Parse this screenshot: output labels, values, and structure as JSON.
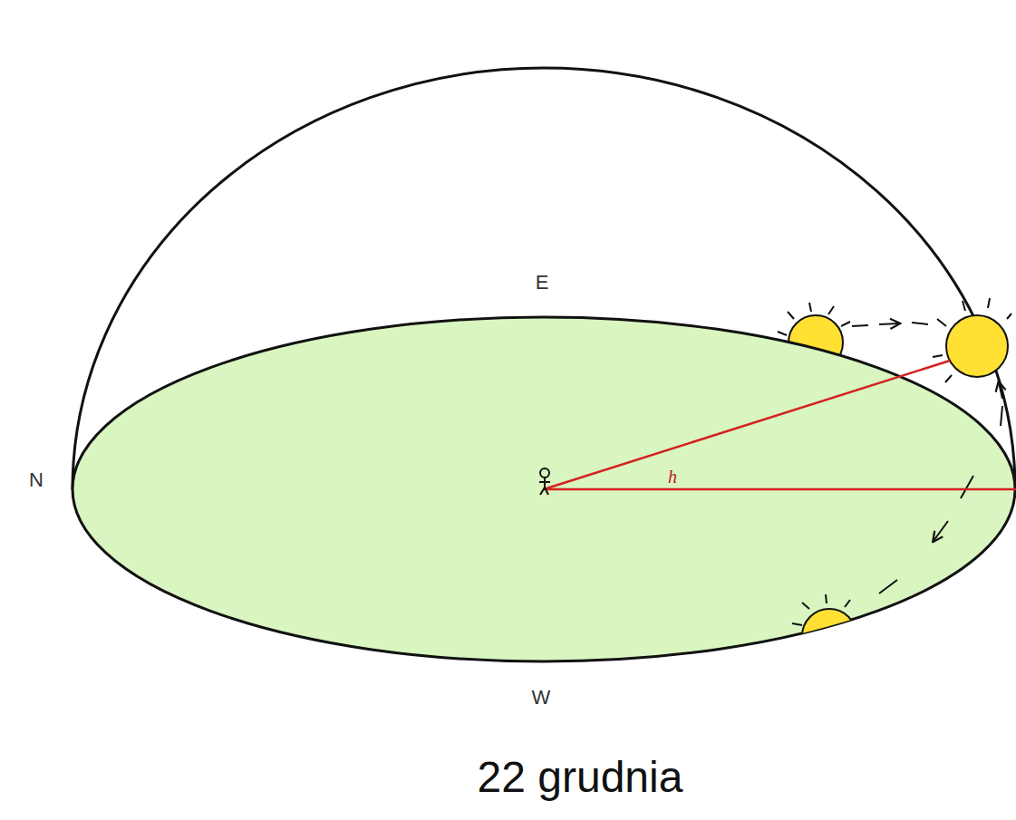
{
  "diagram": {
    "caption": "22 grudnia",
    "labels": [
      "E",
      "N",
      "W",
      "h"
    ]
  }
}
